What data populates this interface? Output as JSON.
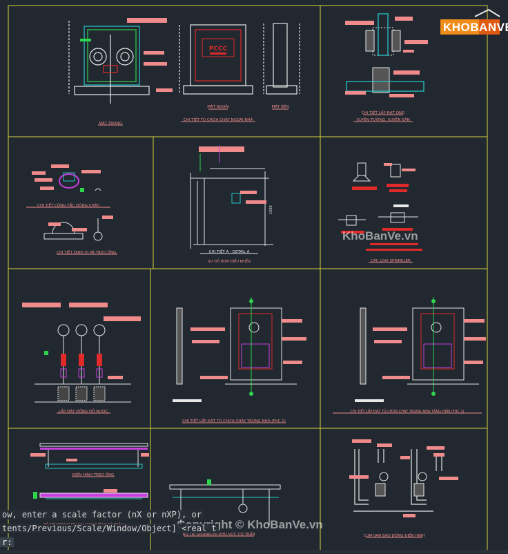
{
  "colors": {
    "background": "#212830",
    "frame": "#d7d23c",
    "label": "#f08b8b",
    "cyan": "#27c9c9",
    "white": "#e8e8e8",
    "green": "#2fd54d",
    "red": "#e02a2a",
    "magenta": "#c840e0"
  },
  "logo": {
    "text": "KHOBANVE",
    "icon": "house-roof-icon"
  },
  "panels": {
    "cabinet": {
      "pccc_label": "PCCC",
      "views": [
        "MẶT TRONG",
        "MẶT NGOÀI",
        "MẶT BÊN"
      ],
      "caption": "CHI TIẾT TỦ CHỮA CHÁY NGOÀI NHÀ"
    },
    "pipe_wall": {
      "caption_1": "CHI TIẾT LẮP ĐẶT ỐNG",
      "caption_2": "XUYÊN TƯỜNG, XUYÊN SÀN"
    },
    "flow_switch": {
      "caption_1": "CHI TIẾT CÔNG TẮC DÒNG CHẢY",
      "caption_2": "CHI TIẾT ĐỊNH VỊ VÀ TREO ỐNG"
    },
    "detail_a": {
      "caption_1": "CHI TIẾT A - DETAIL A",
      "caption_2": "SƠ ĐỒ BƠM ĐIỀU KHIỂN"
    },
    "sprinkler_types": {
      "caption": "CÁC LOẠI SPRINKLER"
    },
    "pump_header": {
      "caption": "LẮP ĐẶT ĐỒNG HỒ NƯỚC"
    },
    "fhc1": {
      "caption": "CHI TIẾT LẮP ĐẶT TỦ CHỮA CHÁY TRONG NHÀ (FHC 1)"
    },
    "fhc1_basement": {
      "caption": "CHI TIẾT LẮP ĐẶT TỦ CHỮA CHÁY TRONG NHÀ TẦNG HẦM (FHC 1)"
    },
    "hanger": {
      "caption_1": "ĐIỂN HÌNH TREO ỐNG",
      "caption_2": "BỐ TRÍ SPRINKLER KHU VỰC KHÔNG CÓ TRẦN"
    },
    "sprinkler_ceiling": {
      "caption": "BỐ TRÍ SPRINKLER KHU VỰC CÓ TRẦN"
    },
    "valve_group": {
      "caption": "CỤM VAN BÁO ĐỘNG ĐIỂN HÌNH"
    }
  },
  "command_line": {
    "line_1": "ow, enter a scale factor (nX or nXP), or",
    "line_2": "tents/Previous/Scale/Window/Object] <real t",
    "prompt": "r:"
  },
  "watermarks": {
    "center": "KhoBanVe.vn",
    "bottom": "Copyright © KhoBanVe.vn"
  }
}
